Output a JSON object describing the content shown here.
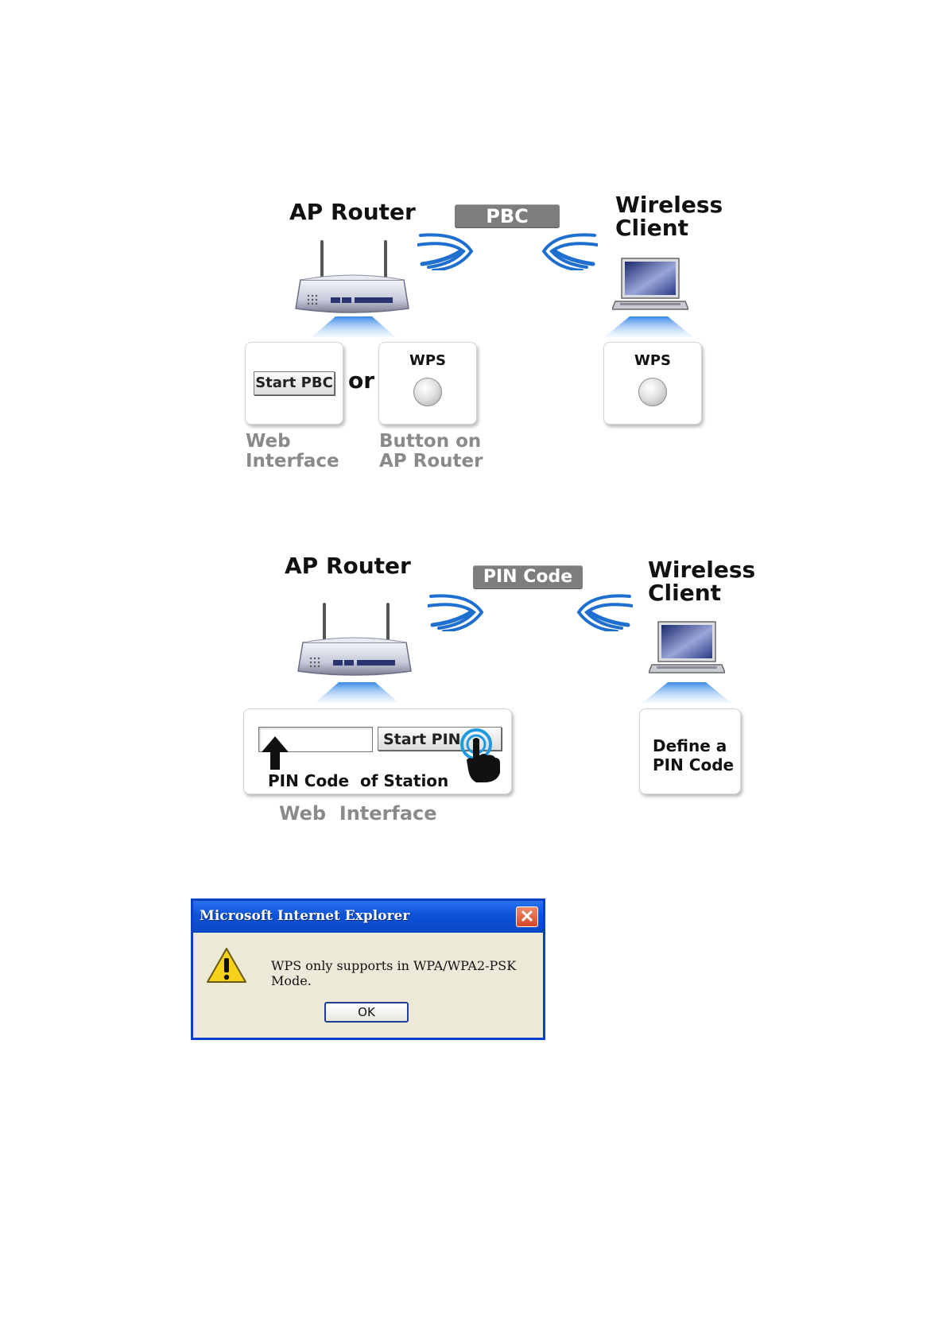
{
  "pbc_section": {
    "router_title": "AP Router",
    "tag": "PBC",
    "client_title_line1": "Wireless",
    "client_title_line2": "Client",
    "start_button": "Start PBC",
    "or_text": "or",
    "wps_router": "WPS",
    "wps_client": "WPS",
    "caption_web_line1": "Web",
    "caption_web_line2": "Interface",
    "caption_button_line1": "Button on",
    "caption_button_line2": "AP Router"
  },
  "pin_section": {
    "router_title": "AP Router",
    "tag": "PIN Code",
    "client_title_line1": "Wireless",
    "client_title_line2": "Client",
    "start_button": "Start PIN",
    "pin_caption": "PIN Code  of Station",
    "caption_web": "Web  Interface",
    "define_line1": "Define a",
    "define_line2": "PIN Code"
  },
  "dialog": {
    "title": "Microsoft Internet Explorer",
    "message": "WPS only supports in WPA/WPA2-PSK Mode.",
    "ok_label": "OK",
    "close_glyph": "✕"
  },
  "colors": {
    "signal": "#1e6fd0",
    "tag_bg": "#7d7d7d",
    "caption_grey": "#8a8a8a",
    "dialog_border": "#0a3fc8"
  }
}
